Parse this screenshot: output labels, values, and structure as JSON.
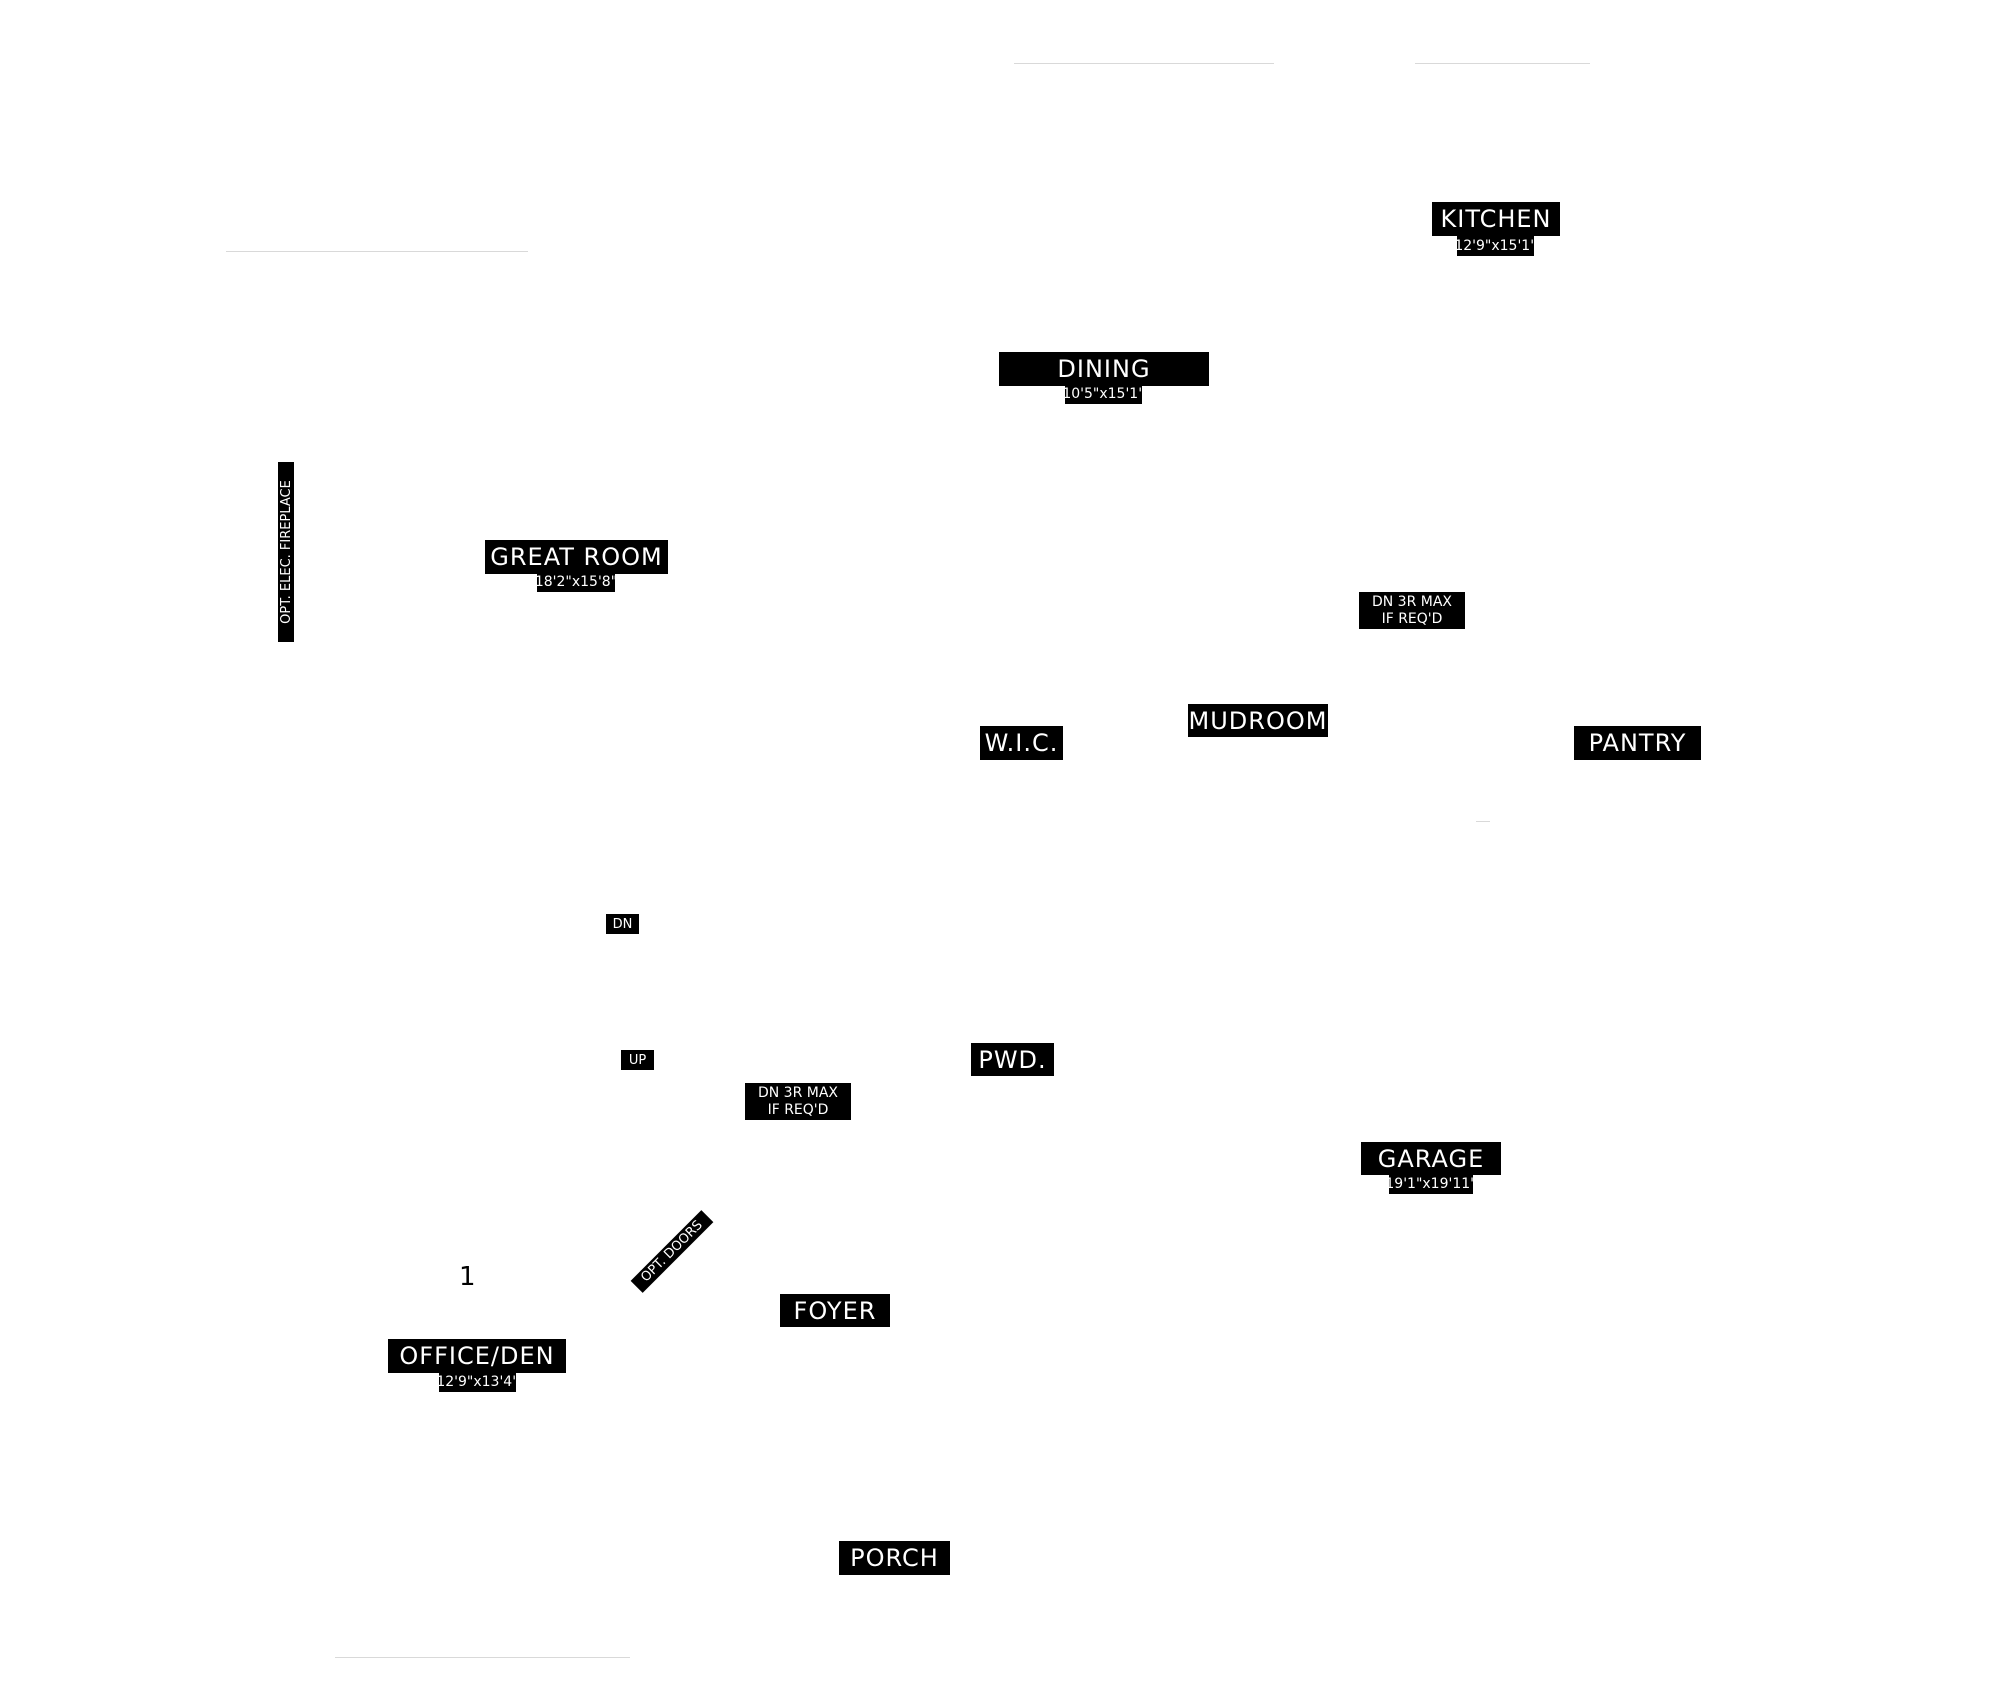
{
  "plan": {
    "rooms": {
      "kitchen": {
        "name": "KITCHEN",
        "size": "12'9\"x15'1\""
      },
      "dining": {
        "name": "DINING",
        "size": "10'5\"x15'1\""
      },
      "great_room": {
        "name": "GREAT ROOM",
        "size": "18'2\"x15'8\""
      },
      "wic": {
        "name": "W.I.C."
      },
      "mudroom": {
        "name": "MUDROOM"
      },
      "pantry": {
        "name": "PANTRY"
      },
      "pwd": {
        "name": "PWD."
      },
      "garage": {
        "name": "GARAGE",
        "size": "19'1\"x19'11\""
      },
      "foyer": {
        "name": "FOYER"
      },
      "office_den": {
        "name": "OFFICE/DEN",
        "size": "12'9\"x13'4\""
      },
      "porch": {
        "name": "PORCH"
      }
    },
    "notes": {
      "fireplace": "OPT. ELEC. FIREPLACE",
      "opt_doors": "OPT. DOORS",
      "stair_dn": "DN",
      "stair_up": "UP",
      "mudroom_step_line1": "DN 3R MAX",
      "mudroom_step_line2": "IF REQ'D",
      "foyer_step_line1": "DN 3R MAX",
      "foyer_step_line2": "IF REQ'D",
      "marker": "1"
    }
  }
}
